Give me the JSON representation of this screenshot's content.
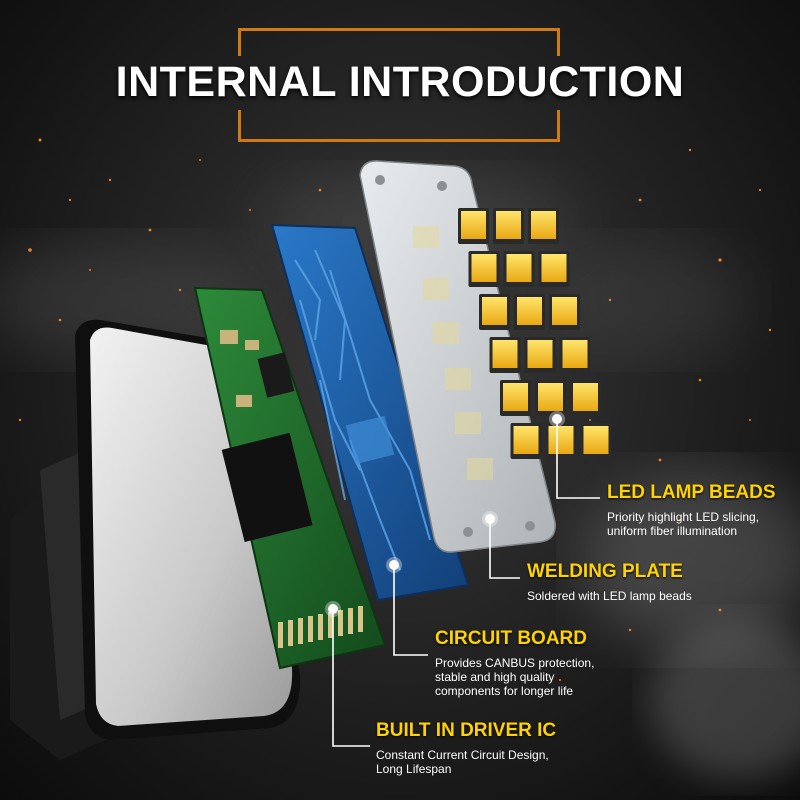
{
  "title": "INTERNAL INTRODUCTION",
  "callouts": {
    "led_lamp_beads": {
      "title": "LED LAMP BEADS",
      "desc_line1": "Priority highlight LED slicing,",
      "desc_line2": "uniform fiber illumination"
    },
    "welding_plate": {
      "title": "WELDING PLATE",
      "desc_line1": "Soldered with LED lamp beads"
    },
    "circuit_board": {
      "title": "CIRCUIT BOARD",
      "desc_line1": "Provides CANBUS protection,",
      "desc_line2": "stable and high quality",
      "desc_line3": "components for longer life"
    },
    "driver_ic": {
      "title": "BUILT IN DRIVER IC",
      "desc_line1": "Constant Current Circuit Design,",
      "desc_line2": "Long Lifespan"
    }
  },
  "colors": {
    "accent_orange": "#d07a12",
    "title_yellow": "#ffd300",
    "led_yellow": "#f7c62a",
    "pcb_green": "#1f6b2c",
    "pcb_blue": "#1b5fa8",
    "plate_silver": "#cfd3d6"
  }
}
